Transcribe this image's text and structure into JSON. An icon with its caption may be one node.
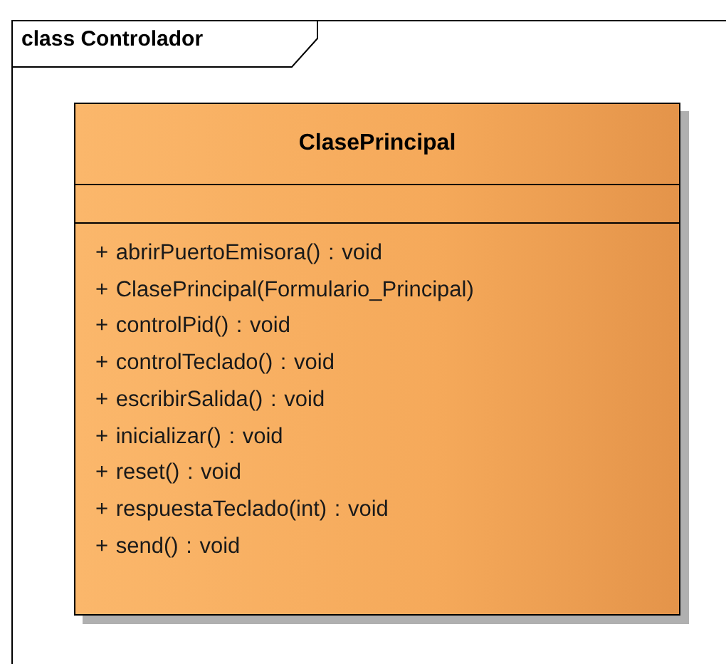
{
  "diagram": {
    "nodes": [
      {
        "text": [
          "class Controlador"
        ]
      },
      {
        "text": [
          "ClasePrincipal",
          "+ abrirPuertoEmisora() : void",
          "+ ClasePrincipal(Formulario_Principal)",
          "+ controlPid() : void",
          "+ controlTeclado() : void",
          "+ escribirSalida() : void",
          "+ inicializar() : void",
          "+ reset() : void",
          "+ respuestaTeclado(int) : void",
          "+ send() : void"
        ],
        "in": 0
      }
    ]
  }
}
